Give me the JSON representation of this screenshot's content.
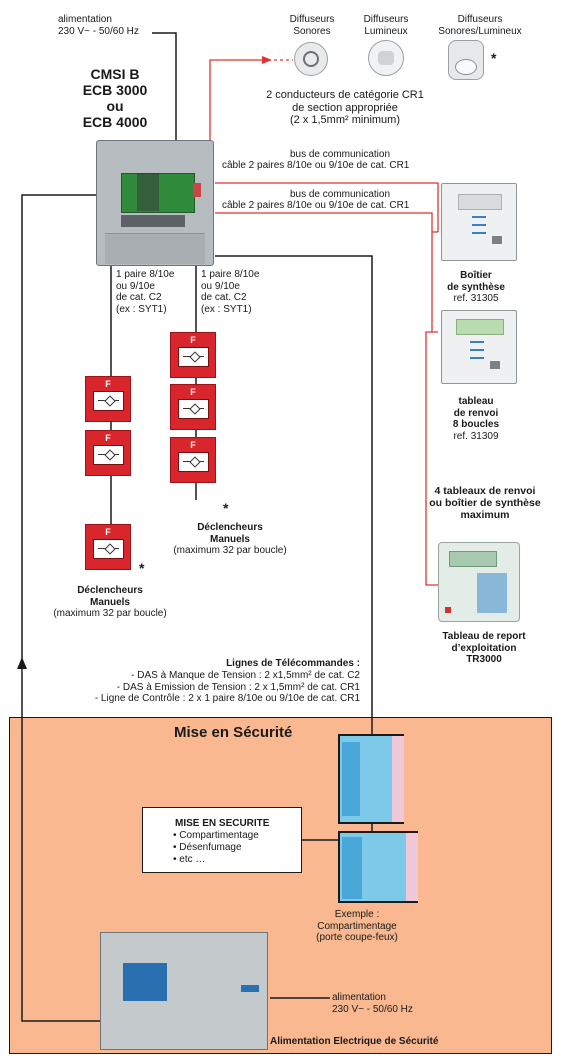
{
  "power_top": {
    "line1": "alimentation",
    "line2": "230 V~ - 50/60 Hz"
  },
  "cmsi": {
    "line1": "CMSI B",
    "line2": "ECB 3000",
    "line3": "ou",
    "line4": "ECB 4000"
  },
  "diffusers": [
    {
      "line1": "Diffuseurs",
      "line2": "Sonores"
    },
    {
      "line1": "Diffuseurs",
      "line2": "Lumineux"
    },
    {
      "line1": "Diffuseurs",
      "line2": "Sonores/Lumineux"
    }
  ],
  "diffuser_star": "*",
  "cr1_note": {
    "line1": "2 conducteurs de catégorie CR1",
    "line2": "de section appropriée",
    "line3": "(2 x 1,5mm² minimum)"
  },
  "bus1": {
    "line1": "bus de communication",
    "line2": "câble 2 paires 8/10e ou 9/10e de cat. CR1"
  },
  "bus2": {
    "line1": "bus de communication",
    "line2": "câble 2 paires 8/10e ou 9/10e de cat. CR1"
  },
  "boitier": {
    "line1": "Boîtier",
    "line2": "de synthèse",
    "line3": "ref. 31305"
  },
  "tableau": {
    "line1": "tableau",
    "line2": "de renvoi",
    "line3": "8 boucles",
    "line4": "ref. 31309"
  },
  "max_boards": {
    "line1": "4 tableaux de renvoi",
    "line2": "ou boîtier de synthèse",
    "line3": "maximum"
  },
  "tr3000": {
    "line1": "Tableau de report",
    "line2": "d’exploitation",
    "line3": "TR3000"
  },
  "pair_left": {
    "line1": "1 paire 8/10e",
    "line2": "ou 9/10e",
    "line3": "de cat. C2",
    "line4": "(ex : SYT1)"
  },
  "pair_right": {
    "line1": "1 paire 8/10e",
    "line2": "ou 9/10e",
    "line3": "de cat. C2",
    "line4": "(ex : SYT1)"
  },
  "mcp_label": "F",
  "mcp_star": "*",
  "decl_right": {
    "line1": "Déclencheurs",
    "line2": "Manuels",
    "line3": "(maximum 32 par boucle)"
  },
  "decl_left": {
    "line1": "Déclencheurs",
    "line2": "Manuels",
    "line3": "(maximum 32 par boucle)"
  },
  "telecommandes": {
    "title": "Lignes de Télécommandes :",
    "l1": "- DAS à Manque de Tension : 2 x1,5mm² de cat. C2",
    "l2": "- DAS à Emission de Tension : 2 x 1,5mm² de cat. CR1",
    "l3": "- Ligne de Contrôle : 2 x 1 paire 8/10e ou 9/10e de cat. CR1"
  },
  "mise_title": "Mise en Sécurité",
  "mise_box": {
    "title": "MISE EN SECURITE",
    "i1": "• Compartimentage",
    "i2": "• Désenfumage",
    "i3": "• etc …"
  },
  "example": {
    "line1": "Exemple :",
    "line2": "Compartimentage",
    "line3": "(porte coupe-feux)"
  },
  "power_bottom": {
    "line1": "alimentation",
    "line2": "230 V~ - 50/60 Hz"
  },
  "aes_label": "Alimentation Electrique de Sécurité",
  "colors": {
    "wire_red": "#e0322f",
    "wire_black": "#1a1a1a",
    "zone_orange": "#f9b890",
    "mcp_red": "#d9262c",
    "door_blue": "#7dc9ea"
  }
}
